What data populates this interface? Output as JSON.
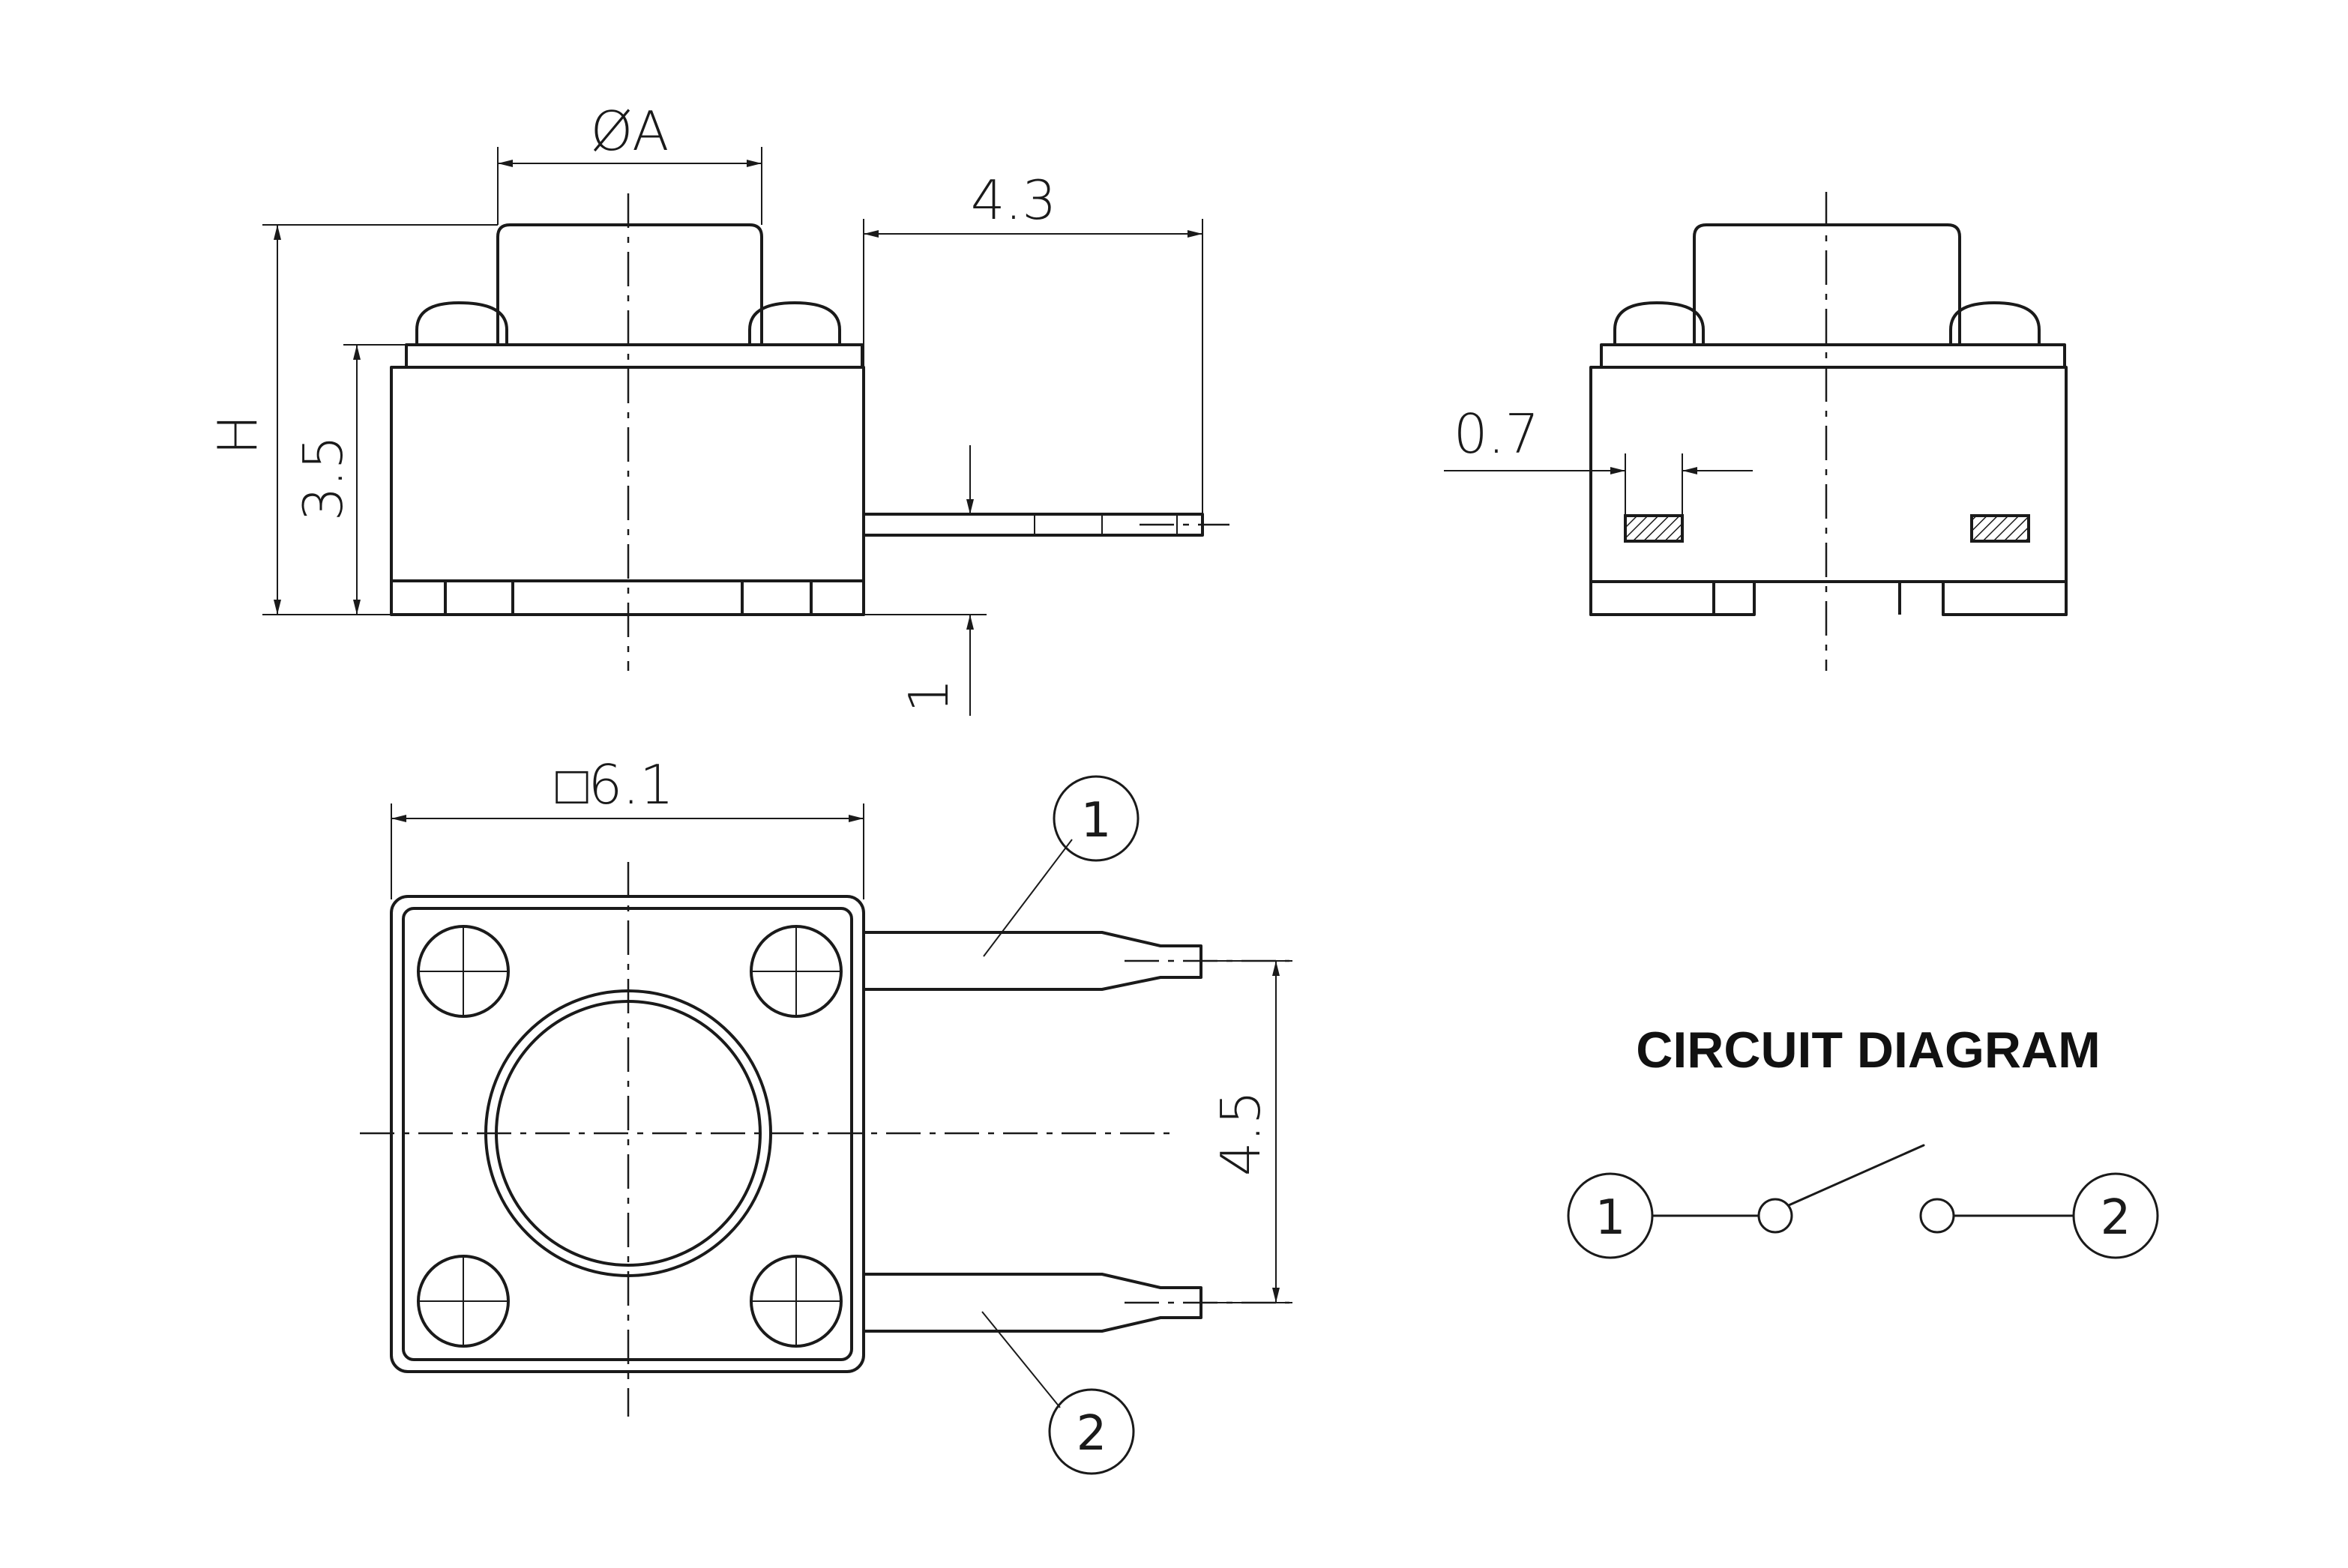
{
  "dimensions": {
    "plunger_diameter": "ØA",
    "lead_offset": "4.3",
    "overall_height": "H",
    "body_height": "3.5",
    "lead_height": "1",
    "pad_offset": "0.7",
    "body_square": "□6.1",
    "pin_pitch": "4.5"
  },
  "pin_callouts": {
    "pin1": "1",
    "pin2": "2"
  },
  "circuit": {
    "title": "CIRCUIT DIAGRAM",
    "pin1": "1",
    "pin2": "2"
  }
}
